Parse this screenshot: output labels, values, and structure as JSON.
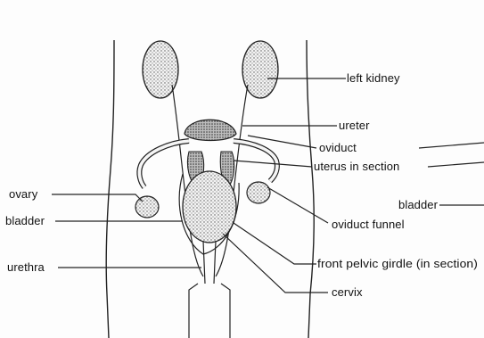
{
  "diagram": {
    "labels": {
      "left_kidney": "left kidney",
      "ureter": "ureter",
      "oviduct": "oviduct",
      "uterus_in_section": "uterus in section",
      "ovary": "ovary",
      "bladder_left": "bladder",
      "bladder_right": "bladder",
      "oviduct_funnel": "oviduct funnel",
      "urethra": "urethra",
      "front_pelvic_girdle": "front pelvic girdle (in section)",
      "cervix": "cervix"
    }
  }
}
